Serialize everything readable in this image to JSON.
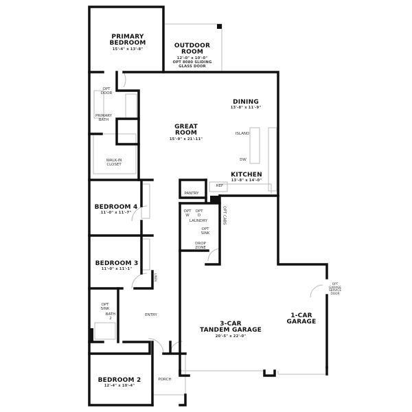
{
  "rooms": {
    "primary_bedroom": {
      "name": "PRIMARY\nBEDROOM",
      "name1": "PRIMARY",
      "name2": "BEDROOM",
      "dims": "15'-4\" x 13'-8\""
    },
    "outdoor_room": {
      "name1": "OUTDOOR",
      "name2": "ROOM",
      "dims": "12'-0\" x 10'-0\"",
      "note1": "OPT 8080 SLIDING",
      "note2": "GLASS DOOR"
    },
    "dining": {
      "name": "DINING",
      "dims": "13'-8\" x 11'-9\""
    },
    "great_room": {
      "name1": "GREAT",
      "name2": "ROOM",
      "dims": "15'-9\" x 21'-11\""
    },
    "kitchen": {
      "name": "KITCHEN",
      "dims": "13'-8\" x 14'-0\""
    },
    "primary_bath": {
      "name1": "PRIMARY",
      "name2": "BATH",
      "opt_door1": "OPT",
      "opt_door2": "DOOR"
    },
    "walk_in_closet": {
      "name1": "WALK-IN",
      "name2": "CLOSET"
    },
    "bedroom4": {
      "name": "BEDROOM 4",
      "dims": "11'-0\" x 11'-7\""
    },
    "bedroom3": {
      "name": "BEDROOM 3",
      "dims": "11'-0\" x 11'-1\""
    },
    "bedroom2": {
      "name": "BEDROOM 2",
      "dims": "12'-4\" x 10'-4\""
    },
    "bath2": {
      "name1": "BATH",
      "name2": "2",
      "opt_sink1": "OPT",
      "opt_sink2": "SINK"
    },
    "entry": {
      "name": "ENTRY"
    },
    "porch": {
      "name": "PORCH"
    },
    "pantry": {
      "name": "PANTRY"
    },
    "laundry": {
      "name": "LAUNDRY",
      "opt_w1": "OPT",
      "opt_w2": "W",
      "opt_d1": "OPT",
      "opt_d2": "D",
      "opt_sink1": "OPT",
      "opt_sink2": "SINK",
      "opt_cabs": "OPT CABS"
    },
    "drop_zone": {
      "name1": "DROP",
      "name2": "ZONE"
    },
    "garage3": {
      "name1": "3-CAR",
      "name2": "TANDEM GARAGE",
      "dims": "20'-5\" x 22'-0\""
    },
    "garage1": {
      "name1": "1-CAR",
      "name2": "GARAGE",
      "service_door1": "OPT",
      "service_door2": "GARAGE",
      "service_door3": "SERVICE",
      "service_door4": "DOOR"
    }
  },
  "fixtures": {
    "island": "ISLAND",
    "dw": "DW",
    "ref": "REF",
    "linen": "LINEN"
  },
  "colors": {
    "wall": "#111111",
    "thin": "#bbbbbb"
  }
}
